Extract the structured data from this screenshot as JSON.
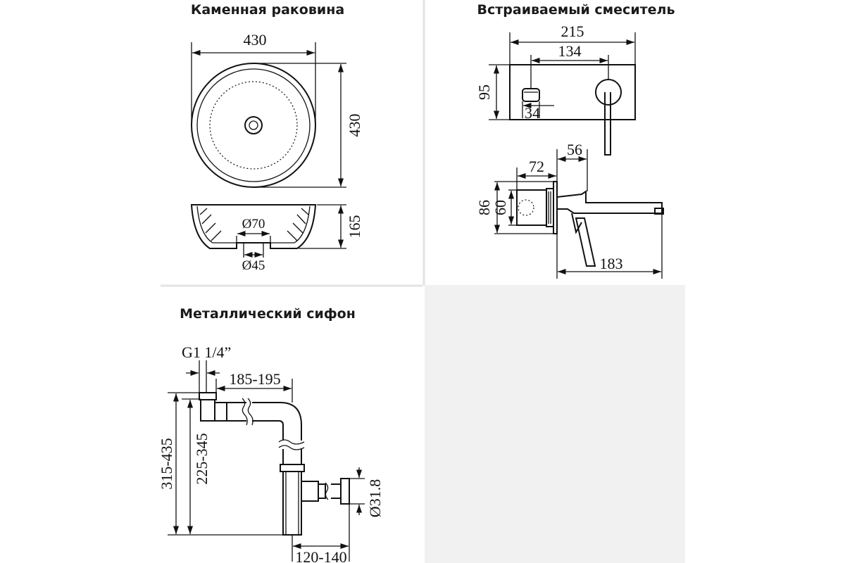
{
  "colors": {
    "background": "#ffffff",
    "empty_panel": "#f1f1f1",
    "stroke": "#111111"
  },
  "panels": {
    "sink": {
      "title": "Каменная раковина",
      "dims": {
        "width": "430",
        "depth": "430",
        "height": "165",
        "drain_outer": "Ø70",
        "drain_inner": "Ø45"
      }
    },
    "mixer": {
      "title": "Встраиваемый смеситель",
      "dims": {
        "plate_width": "215",
        "spacing": "134",
        "plate_height": "95",
        "knob": "34",
        "projection": "56",
        "body_depth": "72",
        "flange": "86",
        "body": "60",
        "spout": "183"
      }
    },
    "siphon": {
      "title": "Металлический сифон",
      "dims": {
        "thread": "G1 1/4”",
        "reach": "185-195",
        "total_height": "315-435",
        "inner_height": "225-345",
        "pipe": "Ø31.8",
        "wall_offset": "120-140"
      }
    }
  }
}
